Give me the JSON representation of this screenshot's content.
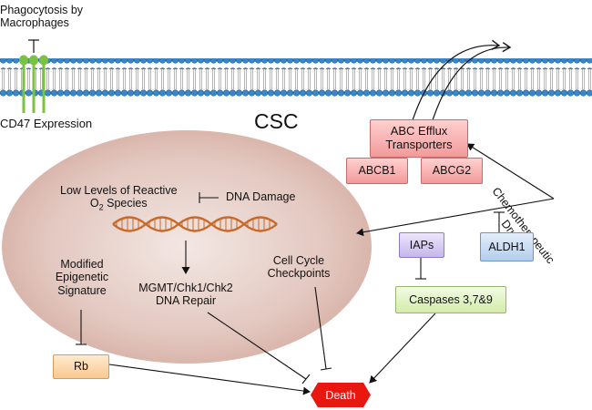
{
  "membrane": {
    "phagocytosis_label": [
      "Phagocytosis by",
      "Macrophages"
    ],
    "cd47_label": "CD47 Expression",
    "csc_label": "CSC"
  },
  "transporters": {
    "efflux_label": [
      "ABC Efflux",
      "Transporters"
    ],
    "abcb1_label": "ABCB1",
    "abcg2_label": "ABCG2"
  },
  "drugs_label": [
    "Chemotherapeutic",
    "Drugs"
  ],
  "cell": {
    "ros_label": "Low Levels of Reactive",
    "ros_label_2_prefix": "O",
    "ros_label_2_sub": "2",
    "ros_label_2_suffix": " Species",
    "dna_damage_label": "DNA Damage",
    "repair_label": [
      "MGMT/Chk1/Chk2",
      "DNA Repair"
    ],
    "checkpoint_label": [
      "Cell Cycle",
      "Checkpoints"
    ],
    "epigenetic_label": [
      "Modified",
      "Epigenetic",
      "Signature"
    ]
  },
  "boxes": {
    "iaps_label": "IAPs",
    "aldh1_label": "ALDH1",
    "caspases_label": "Caspases 3,7&9",
    "rb_label": "Rb",
    "death_label": "Death"
  },
  "colors": {
    "membrane_blue": "#3a86c8",
    "receptor_green": "#7cc242",
    "cell_fill": "#e2c3bb",
    "dna_orange": "#c8692a",
    "death_red": "#e8170f"
  }
}
